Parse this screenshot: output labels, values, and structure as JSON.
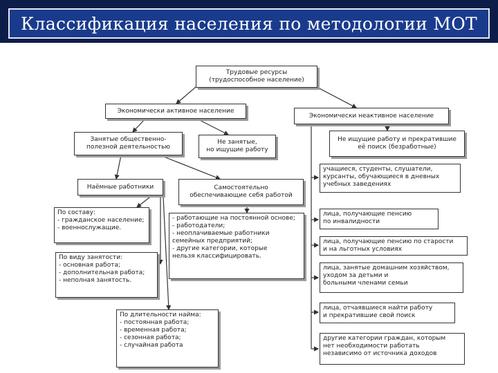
{
  "title": "Классификация населения по методологии МОТ",
  "boxes": {
    "labor": [
      "Трудовые ресурсы",
      "(трудоспособное население)"
    ],
    "active": [
      "Экономически активное население"
    ],
    "inactive": [
      "Экономически неактивное население"
    ],
    "employed": [
      "Занятые общественно-",
      "полезной деятельностью"
    ],
    "unemployed": [
      "Не занятые,",
      "но ищущие работу"
    ],
    "not_seeking": [
      "Не  ищущие работу и прекратившие",
      "её поиск (безработные)"
    ],
    "hired": [
      "Наёмные работники"
    ],
    "self": [
      "Самостоятельно",
      "обеспечивающие себя работой"
    ],
    "by_composition": [
      "По составу:",
      "- гражданское население;",
      "- военнослужащие."
    ],
    "self_list": [
      "- работающие на постоянной основе;",
      "- работодатели;",
      "- неоплачиваемые работники",
      "  семейных предприятий;",
      "- другие категории, которые",
      "  нельзя классифицировать."
    ],
    "by_type": [
      "По виду занятости:",
      "- основная работа;",
      "- дополнительная работа;",
      "- неполная занятость."
    ],
    "by_duration": [
      "По длительности найма:",
      "- постоянная работа;",
      "- временная работа;",
      "- сезонная работа;",
      "- случайная работа"
    ],
    "students": [
      "учащиеся, студенты, слушатели,",
      "курсанты, обучающиеся в дневных",
      "учебных заведениях"
    ],
    "disability": [
      "лица, получающие пенсию",
      "по инвалидности"
    ],
    "old_age": [
      "лица, получающие пенсию по старости",
      "и на льготных условиях"
    ],
    "housework": [
      "лица, занятые домашним хозяйством,",
      "уходом  за  детьми и",
      "больными членами семьи"
    ],
    "gave_up": [
      "лица, отчаявшиеся найти работу",
      "и прекратившие свой поиск"
    ],
    "others": [
      "другие категории граждан, которым",
      "нет необходимости работать",
      "независимо от источника доходов"
    ]
  }
}
